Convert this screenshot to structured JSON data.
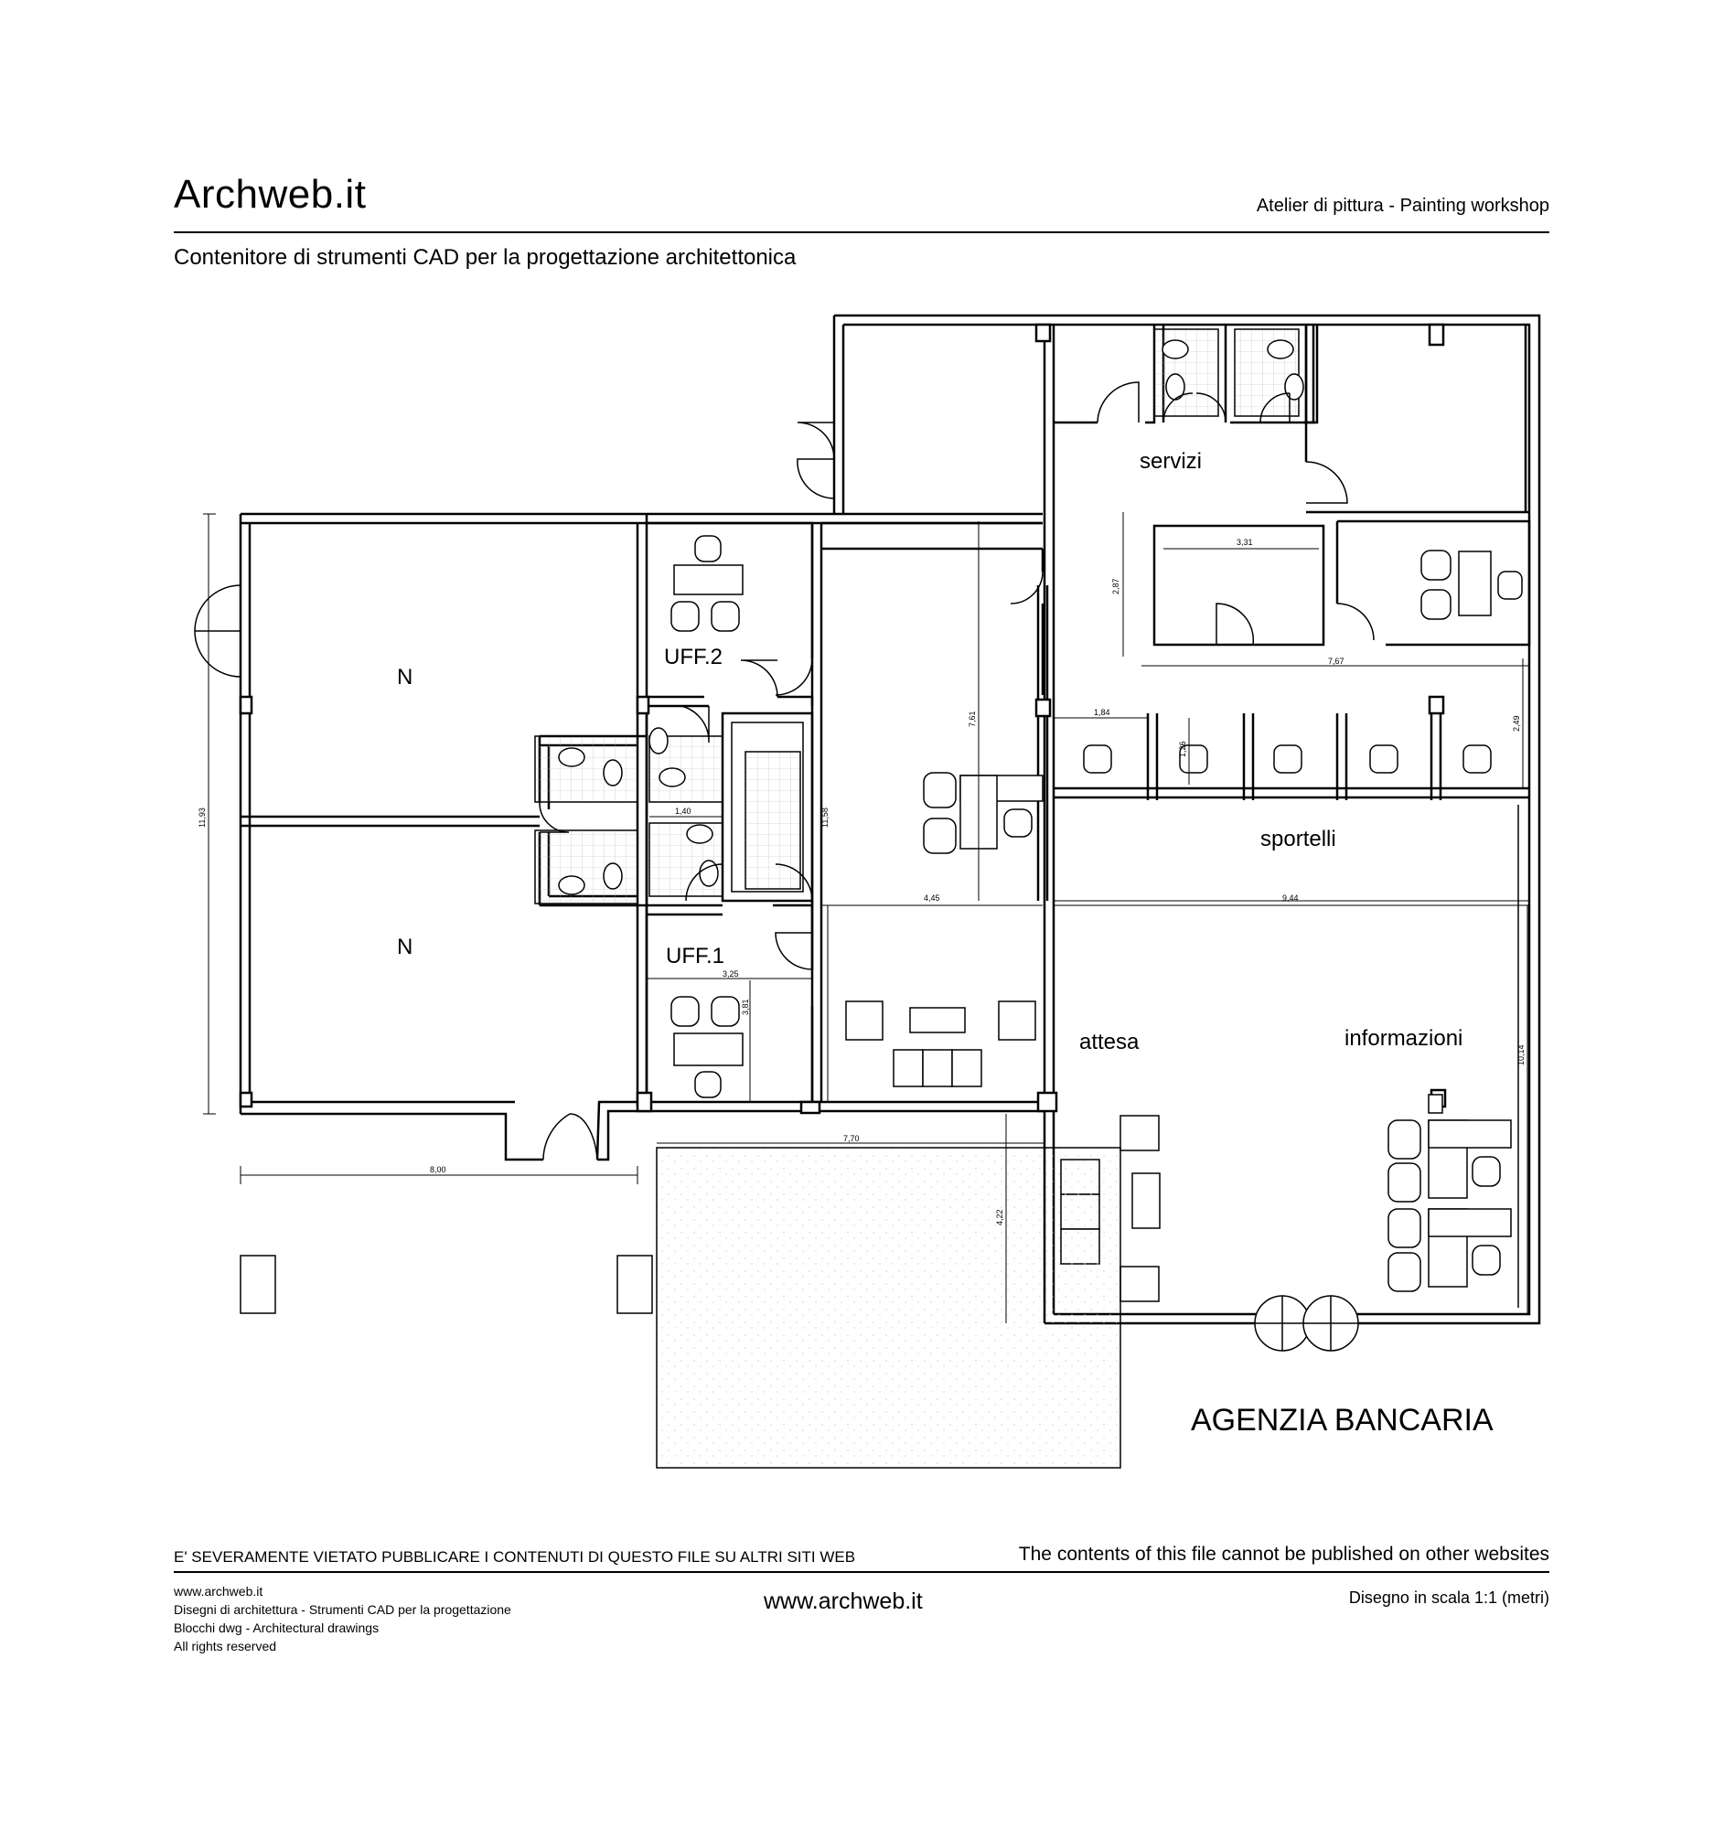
{
  "header": {
    "brand": "Archweb.it",
    "subtitle": "Contenitore di strumenti CAD per la progettazione architettonica",
    "project": "Atelier di pittura - Painting workshop"
  },
  "plan": {
    "title": "AGENZIA BANCARIA",
    "rooms": {
      "n_upper": "N",
      "n_lower": "N",
      "uff2": "UFF.2",
      "uff1": "UFF.1",
      "servizi": "servizi",
      "sportelli": "sportelli",
      "attesa": "attesa",
      "informazioni": "informazioni"
    },
    "dimensions": {
      "d_3_31": "3,31",
      "d_2_87": "2,87",
      "d_7_67": "7,67",
      "d_7_61": "7,61",
      "d_1_84": "1,84",
      "d_1_26": "1,26",
      "d_2_49": "2,49",
      "d_11_93": "11,93",
      "d_1_40": "1,40",
      "d_11_58": "11,58",
      "d_4_45": "4,45",
      "d_9_44": "9,44",
      "d_3_25": "3,25",
      "d_3_81": "3,81",
      "d_10_14": "10,14",
      "d_7_70": "7,70",
      "d_8_00": "8,00",
      "d_4_22": "4,22"
    }
  },
  "footer": {
    "warning_it": "E' SEVERAMENTE VIETATO PUBBLICARE I CONTENUTI DI QUESTO FILE SU ALTRI SITI WEB",
    "warning_en": "The contents of this file cannot be published on other websites",
    "left_lines": [
      "www.archweb.it",
      "Disegni di architettura - Strumenti CAD  per la progettazione",
      "Blocchi dwg - Architectural drawings",
      "All rights reserved"
    ],
    "center": "www.archweb.it",
    "scale": "Disegno in scala 1:1 (metri)"
  }
}
